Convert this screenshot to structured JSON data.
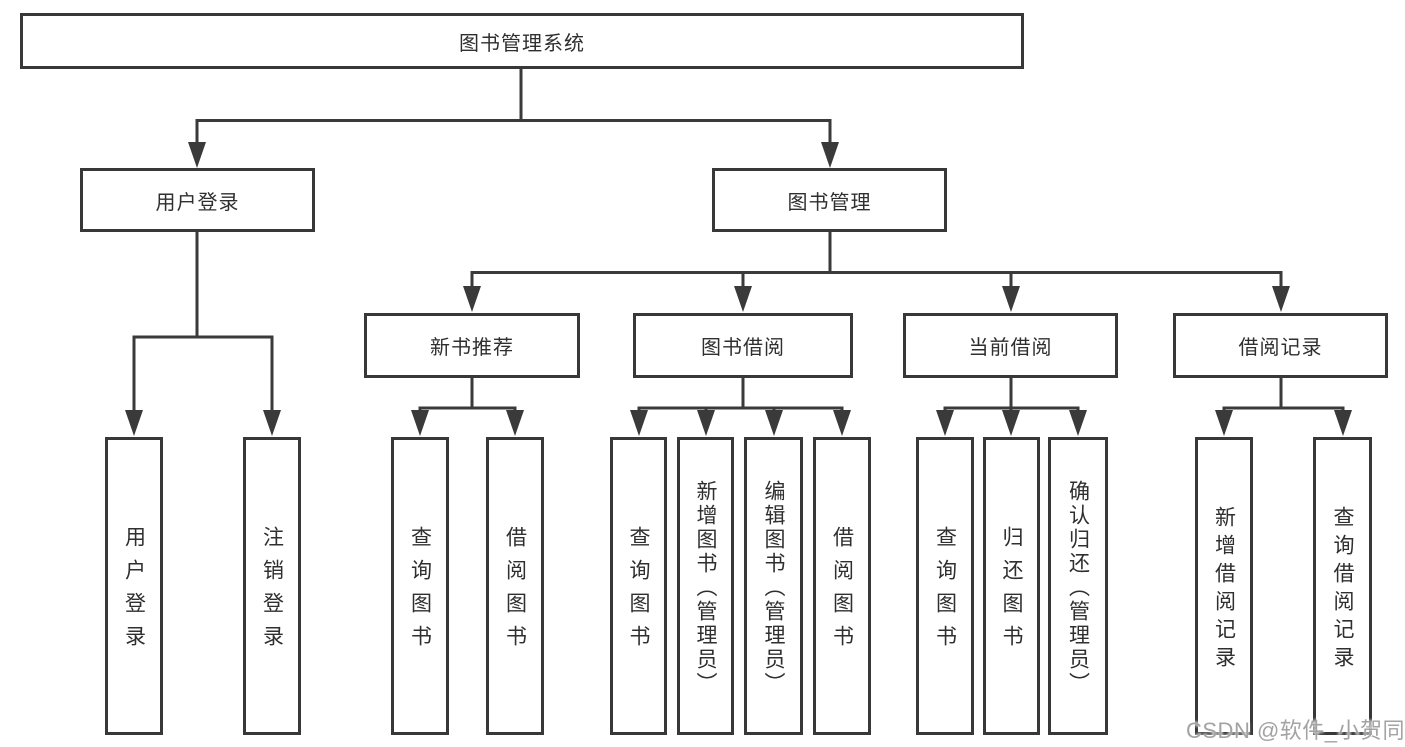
{
  "diagram_title": "图书管理系统",
  "colors": {
    "line": "#3a3a3a",
    "box_border": "#383838",
    "text": "#2f2f2f",
    "watermark": "#a3a3a3",
    "background": "#ffffff"
  },
  "nodes": {
    "root": {
      "label": "图书管理系统"
    },
    "level2": [
      {
        "id": "user-login",
        "label": "用户登录",
        "parent": "图书管理系统"
      },
      {
        "id": "book-management",
        "label": "图书管理",
        "parent": "图书管理系统"
      }
    ],
    "level3": [
      {
        "id": "new-book-recommend",
        "label": "新书推荐",
        "parent": "图书管理"
      },
      {
        "id": "book-borrow",
        "label": "图书借阅",
        "parent": "图书管理"
      },
      {
        "id": "current-borrow",
        "label": "当前借阅",
        "parent": "图书管理"
      },
      {
        "id": "borrow-records",
        "label": "借阅记录",
        "parent": "图书管理"
      }
    ],
    "leaves": [
      {
        "label": "用户登录",
        "parent": "用户登录"
      },
      {
        "label": "注销登录",
        "parent": "用户登录"
      },
      {
        "label": "查询图书",
        "parent": "新书推荐"
      },
      {
        "label": "借阅图书",
        "parent": "新书推荐"
      },
      {
        "label": "查询图书",
        "parent": "图书借阅"
      },
      {
        "label": "新增图书（管理员）",
        "parent": "图书借阅"
      },
      {
        "label": "编辑图书（管理员）",
        "parent": "图书借阅"
      },
      {
        "label": "借阅图书",
        "parent": "图书借阅"
      },
      {
        "label": "查询图书",
        "parent": "当前借阅"
      },
      {
        "label": "归还图书",
        "parent": "当前借阅"
      },
      {
        "label": "确认归还（管理员）",
        "parent": "当前借阅"
      },
      {
        "label": "新增借阅记录",
        "parent": "借阅记录"
      },
      {
        "label": "查询借阅记录",
        "parent": "借阅记录"
      }
    ]
  },
  "watermark": {
    "text": "CSDN @软件_小贺同学"
  }
}
